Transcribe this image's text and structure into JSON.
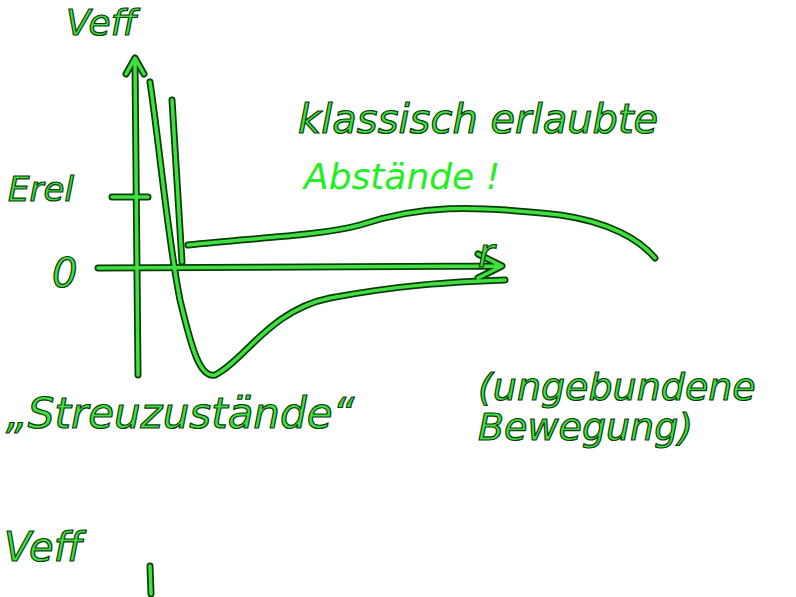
{
  "diagram": {
    "labels": [
      "Veff",
      "Erel",
      "0",
      "r",
      "klassisch erlaubte",
      "Abstände !",
      "„Streuzustände“",
      "(ungebundene Bewegung)",
      "Veff"
    ]
  }
}
